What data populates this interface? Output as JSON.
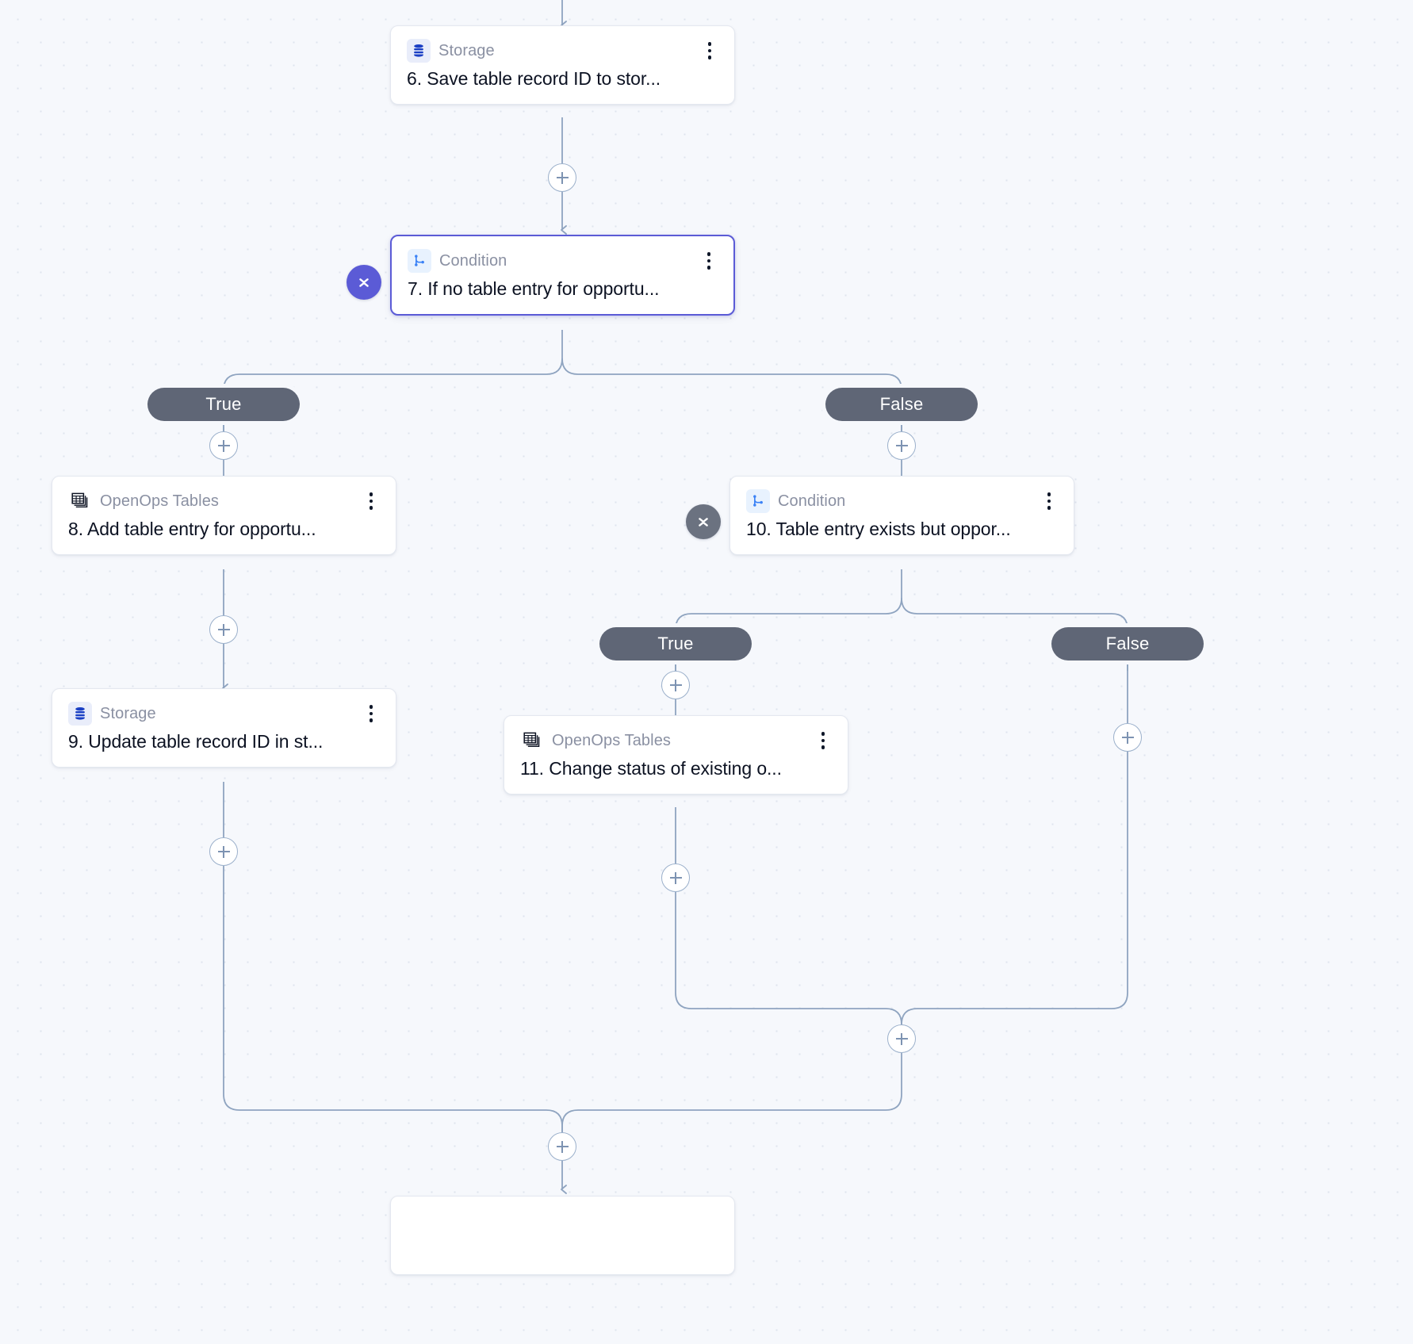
{
  "canvas": {
    "background_color": "#f6f8fc",
    "dot_color": "#dfe4ee",
    "edge_color": "#8fa4c0"
  },
  "theme": {
    "selected_border": "#5b5bd6",
    "collapse_primary": "#5b5bd6",
    "collapse_muted": "#6b7280",
    "branch_pill": "#5f6676",
    "storage_icon": "#1a3fc4",
    "condition_icon": "#3b82f6",
    "tables_icon": "#0c1222",
    "type_text": "#8a90a2",
    "title_text": "#0c1222"
  },
  "nodes": [
    {
      "id": "step-6",
      "type_label": "Storage",
      "title": "6. Save table record ID to stor...",
      "icon": "database-icon",
      "selected": false,
      "menu_icon": "more-vertical-icon"
    },
    {
      "id": "step-7",
      "type_label": "Condition",
      "title": "7. If no table entry for opportu...",
      "icon": "branch-icon",
      "selected": true,
      "menu_icon": "more-vertical-icon"
    },
    {
      "id": "step-8",
      "type_label": "OpenOps Tables",
      "title": "8. Add table entry for opportu...",
      "icon": "table-stack-icon",
      "selected": false,
      "menu_icon": "more-vertical-icon"
    },
    {
      "id": "step-9",
      "type_label": "Storage",
      "title": "9. Update table record ID in st...",
      "icon": "database-icon",
      "selected": false,
      "menu_icon": "more-vertical-icon"
    },
    {
      "id": "step-10",
      "type_label": "Condition",
      "title": "10. Table entry exists but oppor...",
      "icon": "branch-icon",
      "selected": false,
      "menu_icon": "more-vertical-icon"
    },
    {
      "id": "step-11",
      "type_label": "OpenOps Tables",
      "title": "11. Change status of existing o...",
      "icon": "table-stack-icon",
      "selected": false,
      "menu_icon": "more-vertical-icon"
    }
  ],
  "branch_labels": [
    {
      "id": "cond7-true",
      "text": "True"
    },
    {
      "id": "cond7-false",
      "text": "False"
    },
    {
      "id": "cond10-true",
      "text": "True"
    },
    {
      "id": "cond10-false",
      "text": "False"
    }
  ],
  "collapse_buttons": [
    {
      "id": "collapse-step-7",
      "variant": "primary",
      "icon": "collapse-chevrons-icon"
    },
    {
      "id": "collapse-step-10",
      "variant": "muted",
      "icon": "collapse-chevrons-icon"
    }
  ],
  "add_buttons": [
    {
      "id": "add-after-6"
    },
    {
      "id": "add-branch-true-7"
    },
    {
      "id": "add-branch-false-7"
    },
    {
      "id": "add-after-8"
    },
    {
      "id": "add-after-9"
    },
    {
      "id": "add-branch-true-10"
    },
    {
      "id": "add-after-11"
    },
    {
      "id": "add-branch-false-10"
    },
    {
      "id": "add-merge-10"
    },
    {
      "id": "add-merge-7"
    }
  ]
}
